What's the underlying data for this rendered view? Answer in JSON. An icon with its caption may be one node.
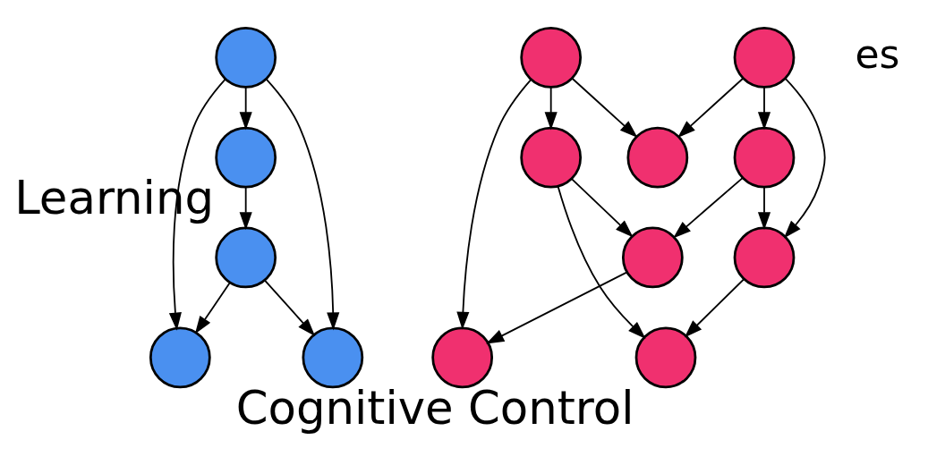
{
  "diagram": {
    "nodes": [
      {
        "text": [],
        "shape": "circle"
      },
      {
        "text": [],
        "shape": "circle"
      },
      {
        "text": [],
        "shape": "circle"
      },
      {
        "text": [],
        "shape": "circle"
      },
      {
        "text": [],
        "shape": "circle",
        "beside": [
          "Learning"
        ]
      },
      {
        "text": [],
        "shape": "circle"
      },
      {
        "text": [],
        "shape": "circle"
      },
      {
        "text": [],
        "shape": "circle"
      },
      {
        "text": [],
        "shape": "circle"
      },
      {
        "text": [],
        "shape": "circle"
      },
      {
        "text": [],
        "shape": "circle"
      },
      {
        "text": [],
        "shape": "circle"
      },
      {
        "text": [],
        "shape": "circle"
      },
      {
        "text": [],
        "shape": "circle",
        "beside": [
          "Cognitive Control"
        ]
      }
    ],
    "edges": [
      {
        "from": 0,
        "to": 1,
        "arrow": "to"
      },
      {
        "from": 0,
        "to": 2,
        "arrow": "to"
      },
      {
        "from": 0,
        "to": 3,
        "arrow": "to"
      },
      {
        "from": 3,
        "to": 4,
        "arrow": "to"
      },
      {
        "from": 4,
        "to": 2,
        "arrow": "to"
      },
      {
        "from": 4,
        "to": 1,
        "arrow": "to"
      },
      {
        "from": 5,
        "to": 6,
        "arrow": "to"
      },
      {
        "from": 5,
        "to": 7,
        "arrow": "to"
      },
      {
        "from": 5,
        "to": 9,
        "arrow": "to"
      },
      {
        "from": 8,
        "to": 6,
        "arrow": "to"
      },
      {
        "from": 8,
        "to": 11,
        "arrow": "to"
      },
      {
        "from": 8,
        "to": 12,
        "arrow": "to"
      },
      {
        "from": 9,
        "to": 10,
        "arrow": "to"
      },
      {
        "from": 10,
        "to": 7,
        "arrow": "to"
      },
      {
        "from": 11,
        "to": 10,
        "arrow": "to"
      },
      {
        "from": 11,
        "to": 12,
        "arrow": "to"
      },
      {
        "from": 9,
        "to": 13,
        "arrow": "to"
      },
      {
        "from": 12,
        "to": 13,
        "arrow": "to"
      }
    ],
    "labels": [
      "es"
    ]
  }
}
